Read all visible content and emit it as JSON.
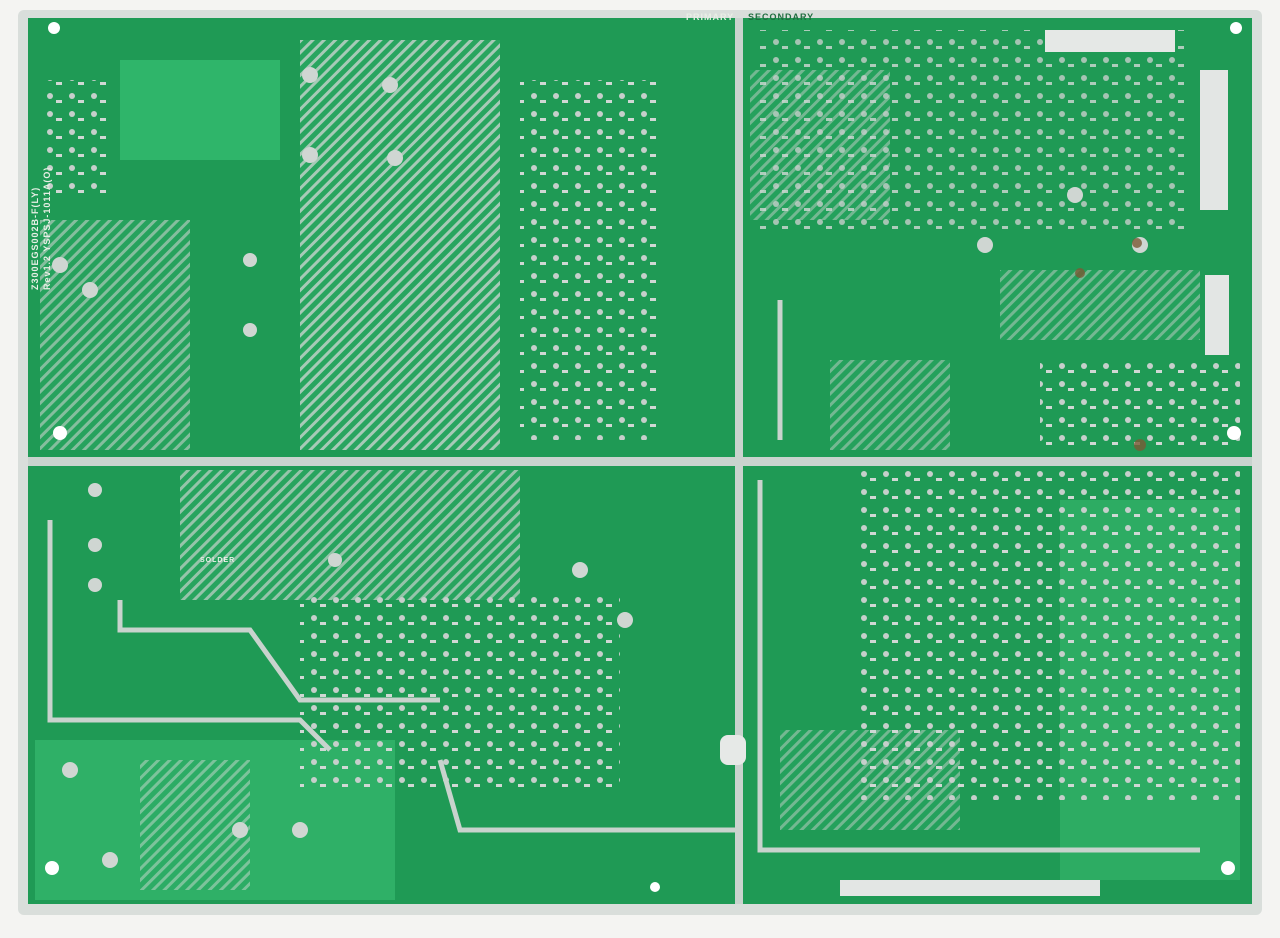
{
  "board": {
    "labels": {
      "primary": "PRIMARY",
      "secondary": "SECONDARY",
      "part_number": "Z300EGS002B-F(LY)",
      "revision": "Rev1.2  YSPSJ-1011A(O)",
      "solder": "SOLDER"
    },
    "colors": {
      "substrate": "#1f9a55",
      "trace": "#2fb56a",
      "pad": "#c9d2cf",
      "edge": "#d9dedb"
    }
  }
}
